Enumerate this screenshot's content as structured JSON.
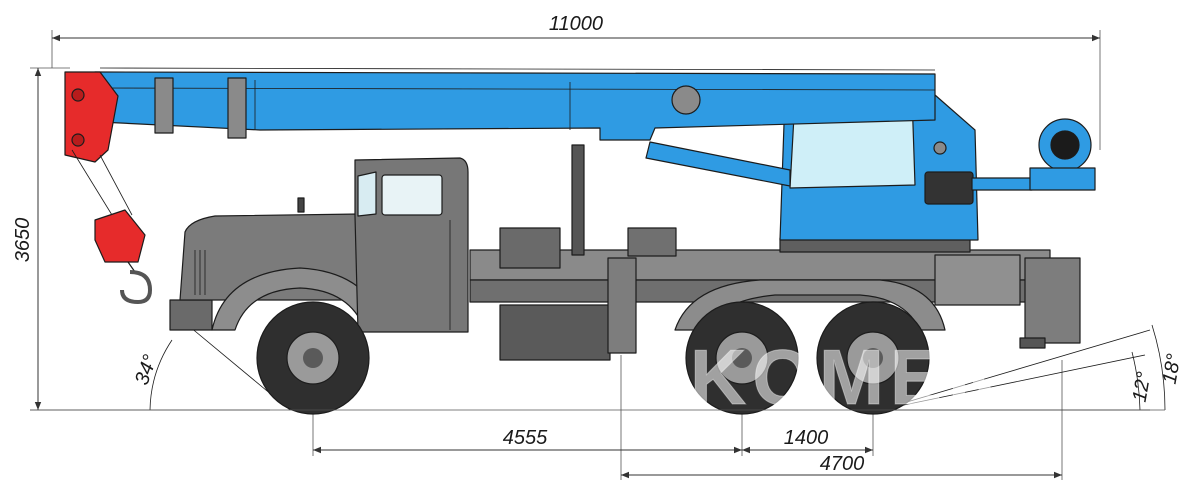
{
  "dimensions": {
    "overall_length": "11000",
    "overall_height": "3650",
    "front_axle_to_rear_bogie": "4555",
    "bogie_spacing": "1400",
    "outrigger_length": "4700"
  },
  "angles": {
    "approach": "34°",
    "departure_1": "12°",
    "departure_2": "18°"
  },
  "watermark": "KOMEK",
  "colors": {
    "boom": "#2f9be3",
    "hook_block": "#e62b2b",
    "chassis": "#6e6e6e",
    "glass": "#cfeff8"
  }
}
